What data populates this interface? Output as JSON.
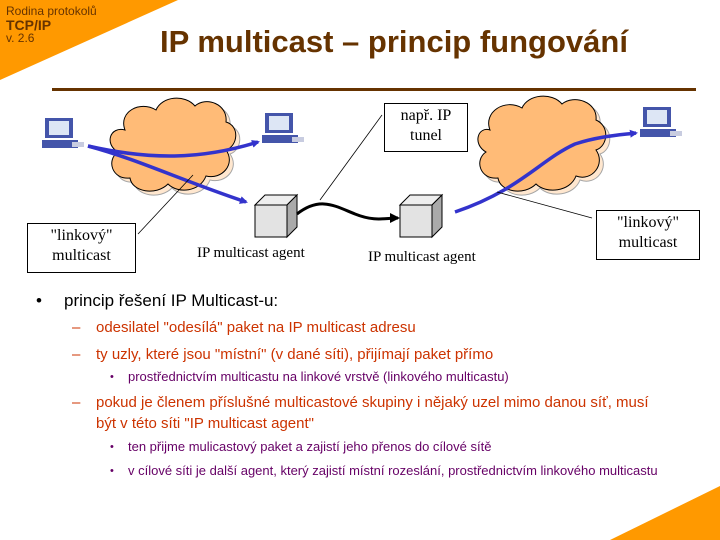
{
  "header": {
    "subject": "Rodina protokolů",
    "protocol": "TCP/IP",
    "version": "v. 2.6"
  },
  "title": "IP multicast – princip fungování",
  "colors": {
    "accent_orange": "#ff9900",
    "title_brown": "#663300",
    "level2_text": "#cc3300",
    "level3_text": "#660066",
    "cloud_fill": "#ffbb77",
    "arrow_blue": "#3333cc"
  },
  "diagram": {
    "tunnel_label_line1": "např. IP",
    "tunnel_label_line2": "tunel",
    "left_link_label_line1": "\"linkový\"",
    "left_link_label_line2": "multicast",
    "right_link_label_line1": "\"linkový\"",
    "right_link_label_line2": "multicast",
    "agent1_label": "IP multicast agent",
    "agent2_label": "IP multicast agent",
    "icons": [
      "computer-icon",
      "computer-icon",
      "computer-icon",
      "cloud-icon",
      "cloud-icon",
      "router-box-icon",
      "router-box-icon"
    ]
  },
  "bullets": {
    "main": "princip řešení IP Multicast-u:",
    "items": [
      {
        "text": "odesilatel \"odesílá\" paket na IP multicast adresu"
      },
      {
        "text": "ty uzly, které jsou \"místní\" (v dané síti), přijímají paket přímo",
        "sub": [
          "prostřednictvím multicastu na linkové vrstvě (linkového multicastu)"
        ]
      },
      {
        "text": "pokud je členem příslušné multicastové skupiny i nějaký uzel mimo danou síť, musí být v této síti \"IP multicast agent\"",
        "sub": [
          "ten přijme mulicastový paket  a zajistí jeho přenos do cílové sítě",
          "v cílové síti je další agent, který zajistí místní rozeslání, prostřednictvím linkového multicastu"
        ]
      }
    ]
  }
}
